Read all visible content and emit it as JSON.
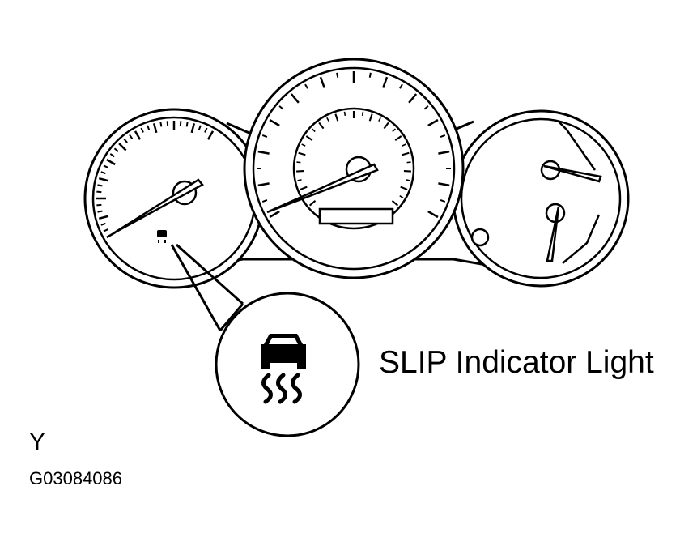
{
  "diagram": {
    "callout_label": "SLIP Indicator Light",
    "figure_code": "Y",
    "figure_id": "G03084086"
  },
  "colors": {
    "line": "#000000",
    "background": "#ffffff"
  },
  "icons": {
    "indicator": "slip-indicator-icon"
  }
}
